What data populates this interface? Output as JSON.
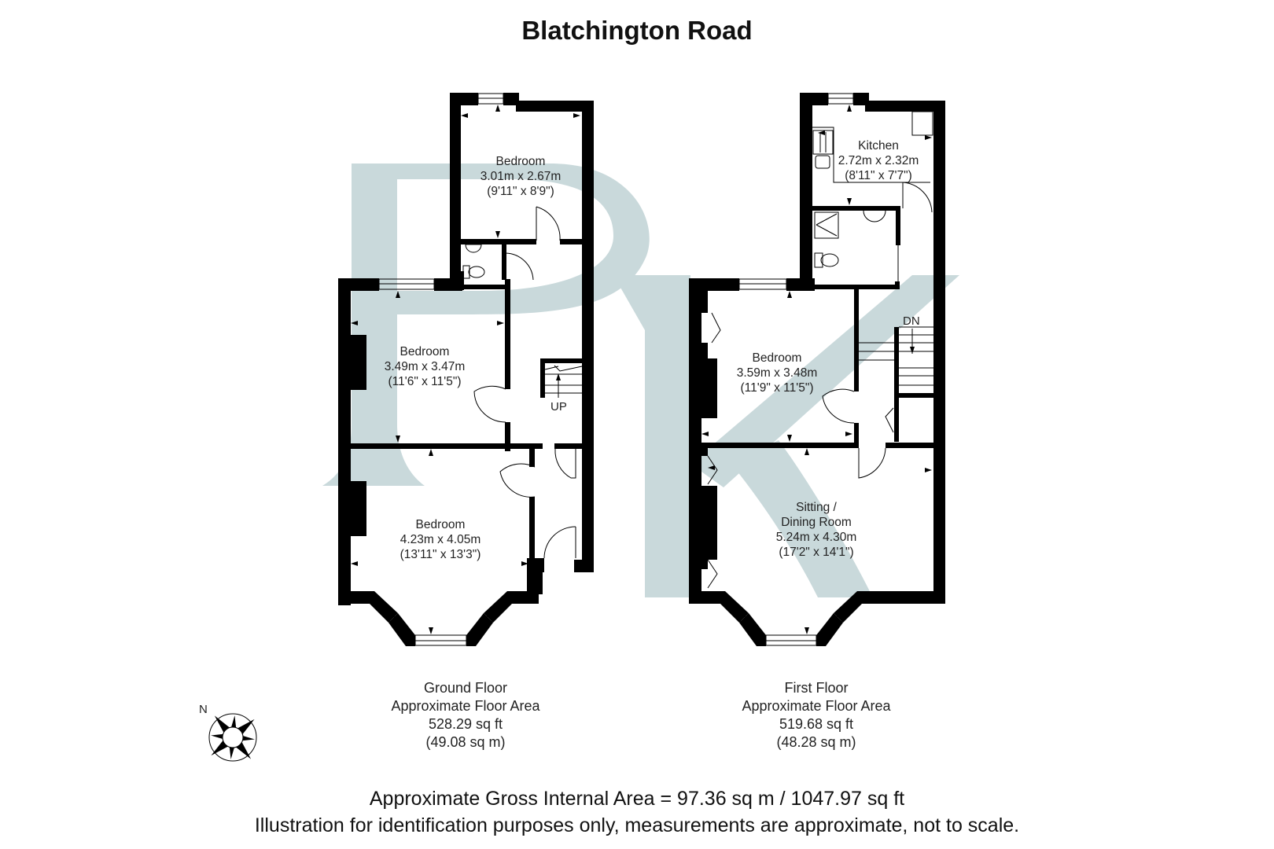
{
  "title": "Blatchington Road",
  "watermark": {
    "letters": "PK",
    "color": "#c9d9db"
  },
  "colors": {
    "wall": "#000000",
    "background": "#ffffff",
    "text": "#222222"
  },
  "ground_floor": {
    "rooms": [
      {
        "name": "Bedroom",
        "metric": "3.01m x 2.67m",
        "imperial": "(9'11\" x 8'9\")"
      },
      {
        "name": "Bedroom",
        "metric": "3.49m x 3.47m",
        "imperial": "(11'6\" x 11'5\")"
      },
      {
        "name": "Bedroom",
        "metric": "4.23m x 4.05m",
        "imperial": "(13'11\" x 13'3\")"
      }
    ],
    "stairs_label": "UP",
    "summary": {
      "floor_name": "Ground Floor",
      "area_label": "Approximate Floor Area",
      "sq_ft": "528.29 sq ft",
      "sq_m": "(49.08 sq m)"
    }
  },
  "first_floor": {
    "rooms": [
      {
        "name": "Kitchen",
        "metric": "2.72m x 2.32m",
        "imperial": "(8'11\" x 7'7\")"
      },
      {
        "name": "Bedroom",
        "metric": "3.59m x 3.48m",
        "imperial": "(11'9\" x 11'5\")"
      },
      {
        "name_line1": "Sitting /",
        "name_line2": "Dining Room",
        "metric": "5.24m x 4.30m",
        "imperial": "(17'2\" x 14'1\")"
      }
    ],
    "stairs_label": "DN",
    "summary": {
      "floor_name": "First Floor",
      "area_label": "Approximate Floor Area",
      "sq_ft": "519.68 sq ft",
      "sq_m": "(48.28 sq m)"
    }
  },
  "compass": {
    "north_label": "N",
    "icon": "compass-rose-icon"
  },
  "footer": {
    "gross_area": "Approximate Gross Internal Area = 97.36 sq m / 1047.97 sq ft",
    "disclaimer": "Illustration for identification purposes only, measurements are approximate, not to scale."
  }
}
